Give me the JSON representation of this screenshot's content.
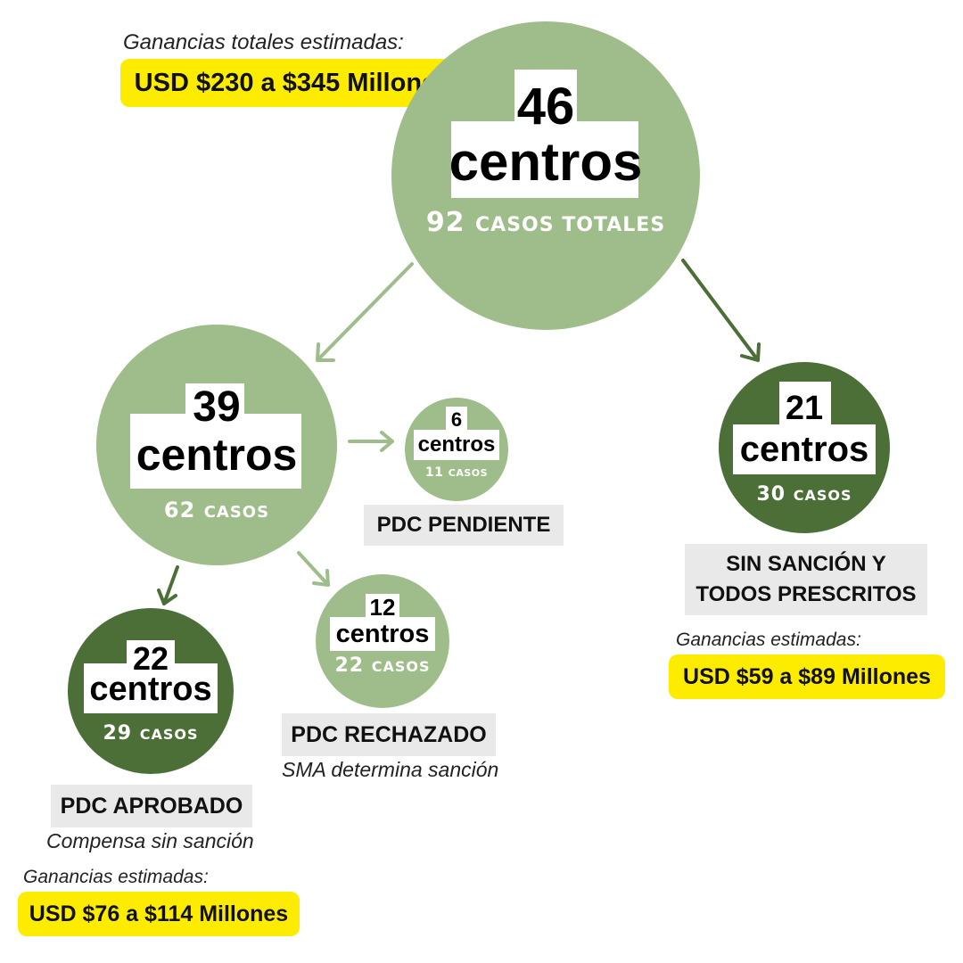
{
  "root": {
    "note": "Ganancias totales estimadas:",
    "earnings": "USD $230 a $345 Millones",
    "number": "46",
    "word": "centros",
    "cases_number": "92",
    "cases_label": "CASOS TOTALES"
  },
  "left": {
    "number": "39",
    "word": "centros",
    "cases_number": "62",
    "cases_label": "CASOS"
  },
  "pending": {
    "number": "6",
    "word": "centros",
    "cases_number": "11",
    "cases_label": "CASOS",
    "status": "PDC PENDIENTE"
  },
  "rejected": {
    "number": "12",
    "word": "centros",
    "cases_number": "22",
    "cases_label": "CASOS",
    "status": "PDC RECHAZADO",
    "note": "SMA determina sanción"
  },
  "approved": {
    "number": "22",
    "word": "centros",
    "cases_number": "29",
    "cases_label": "CASOS",
    "status": "PDC APROBADO",
    "note": "Compensa sin sanción",
    "earnings_note": "Ganancias estimadas:",
    "earnings": "USD $76 a $114 Millones"
  },
  "right": {
    "number": "21",
    "word": "centros",
    "cases_number": "30",
    "cases_label": "CASOS",
    "status_line1": "SIN SANCIÓN Y",
    "status_line2": "TODOS PRESCRITOS",
    "earnings_note": "Ganancias estimadas:",
    "earnings": "USD $59 a $89 Millones"
  },
  "colors": {
    "light_green": "#9fbd8a",
    "dark_green": "#4b6f36",
    "highlight": "#fdec00",
    "label_gray": "#e9e9e9"
  }
}
